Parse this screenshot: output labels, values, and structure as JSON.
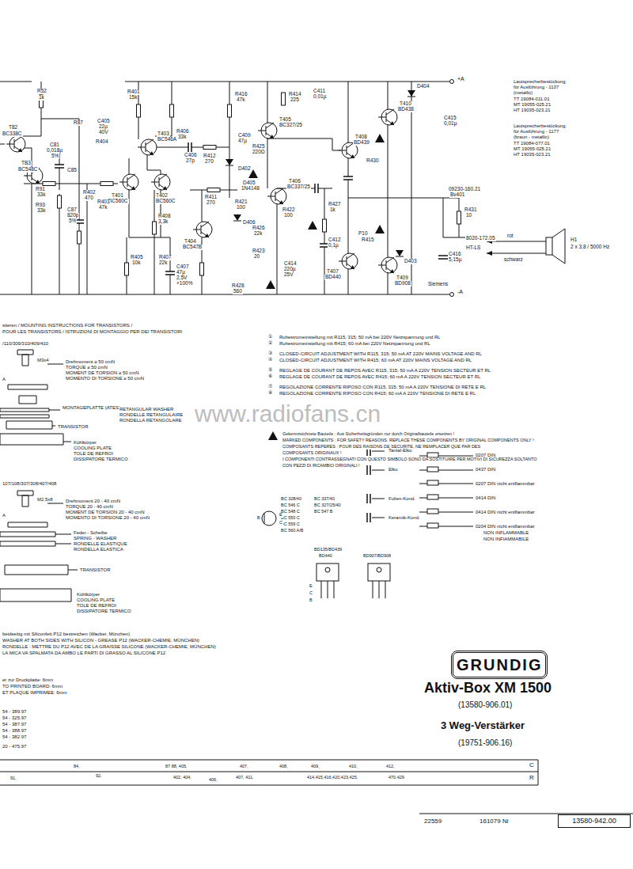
{
  "diagram": {
    "nodes": [
      {
        "text": [
          "GRUNDIG"
        ]
      },
      {
        "text": [
          "13580-942.00"
        ]
      }
    ],
    "labels": [
      "R52",
      "1k",
      "T82",
      "BC338C",
      "TB3",
      "BC548C",
      "R87",
      "C81",
      "0,018µ",
      "5%",
      "R91",
      "33k",
      "R93",
      "33k",
      "C85",
      "C87",
      "820p",
      "5%",
      "R401",
      "15k",
      "C405",
      "22µ",
      "40V",
      "T403",
      "BC546A",
      "R406",
      "33k",
      "R404",
      "T401",
      "BC560C",
      "T402",
      "BC560C",
      "R402",
      "470",
      "R403",
      "47k",
      "R408",
      "3,3k",
      "R405",
      "10k",
      "R407",
      "22k",
      "C407",
      "47µ",
      "2,5V",
      "+100%",
      "T404",
      "BC547B",
      "D406",
      "C406",
      "27p",
      "R412",
      "270",
      "R411",
      "270",
      "R416",
      "47k",
      "C409",
      "47µ",
      "D402",
      "R425",
      "220Ω",
      "T405",
      "BC327/25",
      "R414",
      "225",
      "C411",
      "0,01µ",
      "D405",
      "1N4148",
      "R421",
      "100",
      "T406",
      "BC337/25",
      "R422",
      "100",
      "R426",
      "22k",
      "R423",
      "20",
      "C414",
      "220µ",
      "25V",
      "R428",
      "560",
      "R427",
      "1k",
      "C412",
      "0,1µ",
      "P10",
      "T407",
      "BD440",
      "T408",
      "BD439",
      "T410",
      "BD438",
      "D404",
      "C415",
      "0,01µ",
      "R430",
      "D403",
      "T409",
      "BD908",
      "C416",
      "5,15µ",
      "Siemens",
      "R431",
      "10",
      "09230-160.21",
      "Bv401",
      "8020-172.05",
      "HT-LS",
      "rot",
      "schwarz",
      "H1",
      "2 x 3,8 / 5000 Hz",
      "+A",
      "-A",
      "R415",
      "Lautsprecherbestückung",
      "für Ausführung - 1137",
      "(metallic)",
      "TT 19084-011.01",
      "MT 19055-025.21",
      "HT 19035-023.21",
      "Lautsprecherbestückung",
      "für Ausführung - 1177",
      "(braun - metallic)",
      "TT 19084-077.01",
      "MT 19055-025.21",
      "HT 19035-023.21",
      "①",
      "Ruhestromeinstellung mit R115, 315; 50 mA bei 220V Netzspannung und RL",
      "②",
      "Ruhestromeinstellung mit R415; 60 mA bei 220V Netzspannung und RL",
      "③",
      "CLOSED-CIRCUIT ADJUSTMENT WITH R115, 315; 50 mA AT 220V MAINS VOLTAGE AND RL",
      "④",
      "CLOSED-CIRCUIT ADJUSTMENT WITH R415; 60 mA AT 220V MAINS VOLTAGE AND RL",
      "⑤",
      "REGLAGE DE COURANT DE REPOS AVEC R115, 315; 50 mA A 220V TENSION SECTEUR ET RL",
      "⑥",
      "REGLAGE DE COURANT DE REPOS AVEC R415; 60 mA A 220V TENSION SECTEUR ET RL",
      "⑦",
      "REGOLAZIONE CORRENTE RIPOSO CON R115, 315; 50 mA A 220V TENSIONE DI RETE E RL",
      "⑧",
      "REGOLAZIONE CORRENTE RIPOSO CON R415; 60 mA A 220V TENSIONE DI RETE E RL",
      "Gekennzeichnete Bauteile : Aus Sicherheitsgründen nur durch Originalbauteile ersetzen !",
      "MARKED COMPONENTS : FOR SAFETY REASONS, REPLACE THESE COMPONENTS BY ORIGINAL COMPONENTS ONLY !",
      "COMPOSANTS REPERES : POUR DES RAISONS DE SECURITE, NE REMPLACER QUE PAR DES",
      "COMPOSANTS ORIGINAUX !",
      "I COMPONENTI CONTRASSEGNATI CON QUESTO SIMBOLO SONO DA SOSTITUIRE PER MOTIVI DI SICUREZZA SOLTANTO",
      "CON PEZZI DI RICAMBIO ORIGINALI !",
      "BC 328/40",
      "BC 546 C",
      "BC 548 C",
      "BC 550 C",
      "BC 559 C",
      "BC 560 A/B",
      "BC 337/40",
      "BC 327/25/40",
      "BC 547 B",
      "E",
      "B",
      "C",
      "BD440",
      "BD135/BD439",
      "E",
      "C",
      "B",
      "BD907/BD908",
      "Tantal-Elko",
      "0207 DIN",
      "Elko",
      "0437 DIN",
      "Folien-Kond.",
      "0207 DIN nicht entflammbar",
      "Keramik-Kond.",
      "0414 DIN",
      "0414 DIN nicht entflammbar",
      "0204 DIN nicht entflammbar",
      "NON INFLAMMABLE",
      "NON INFIAMMABILE",
      "stieren / MOUNTING INSTRUCTIONS FOR TRANSISTORS /",
      "POUR LES TRANSISTORS / ISTRUZIONI DI MONTAGGIO PER DEI TRANSISTORI",
      "/110/309/310/409/410",
      "M3x4",
      "A",
      "Drehmoment  ≥ 50 cmN",
      "TORQUE  ≥ 50 cmN",
      "MOMENT DE TORSION  ≥ 50 cmN",
      "MOMENTO DI TORSIONE  ≥ 50 cmN",
      "MONTAGEPLATTE (ATES)",
      "RETANGULAR WASHER",
      "RONDELLE RETANGULAIRE",
      "RONDELLA RETANGOLARE",
      "TRANSISTOR",
      "Kühlkörper",
      "COOLING PLATE",
      "TOLE DE REFROI",
      "DISSIPATORE TERMICO",
      "107/108/307/308/407/408",
      "M2,5x8",
      "A",
      "Drehmoment  20 - 40 cmN",
      "TORQUE  20 - 40 cmN",
      "MOMENT DE TORSION  20 - 40 cmN",
      "MOMENTO DI TORSIONE  20 - 40 cmN",
      "Feder - Scheibe",
      "SPRING - WASHER",
      "RONDELLE ELASTIQUE",
      "RONDELLA ELASTICA",
      "TRANSISTOR",
      "Kühlkörper",
      "COOLING PLATE",
      "TOLE DE REFROI",
      "DISSIPATORE TERMICO",
      "beidseitig mit Siliconfett P12 bestreichen (Wacker, München)",
      "WASHER AT BOTH SIDES WITH SILICON - GREASE P12 (WACKER-CHEMIE, MÜNCHEN)",
      "RONDELLE : METTRE DU P12 AVEC DE LA GRAISSE SILICONE (WACKER-CHEMIE, MÜNCHEN)",
      "LA MICA VA SPALMATA DA AMBO LE PARTI DI GRASSO AL SILICONE P12",
      "er zur Druckplatte: 6mm",
      "TO PRINTED BOARD: 6mm",
      "ET PLAQUE IMPRIMEE: 6mm",
      "54 - 389.97",
      "54 - 325.97",
      "54 - 387.97",
      "54 - 388.97",
      "54 - 382.97",
      "20 - 475.97",
      "Aktiv-Box XM 1500",
      "(13580-906.01)",
      "3 Weg-Verstärker",
      "(19751-906.16)",
      "84,",
      "87 88, 405,",
      "407,",
      "408,",
      "409,",
      "410,",
      "412,",
      "C",
      "91,",
      "92,",
      "402, 404,",
      "406,",
      "407, 411,",
      "414,415,416,420,423,425,",
      "470,429",
      "R",
      "22559",
      "161079 Ni",
      "www.radiofans.cn"
    ]
  }
}
